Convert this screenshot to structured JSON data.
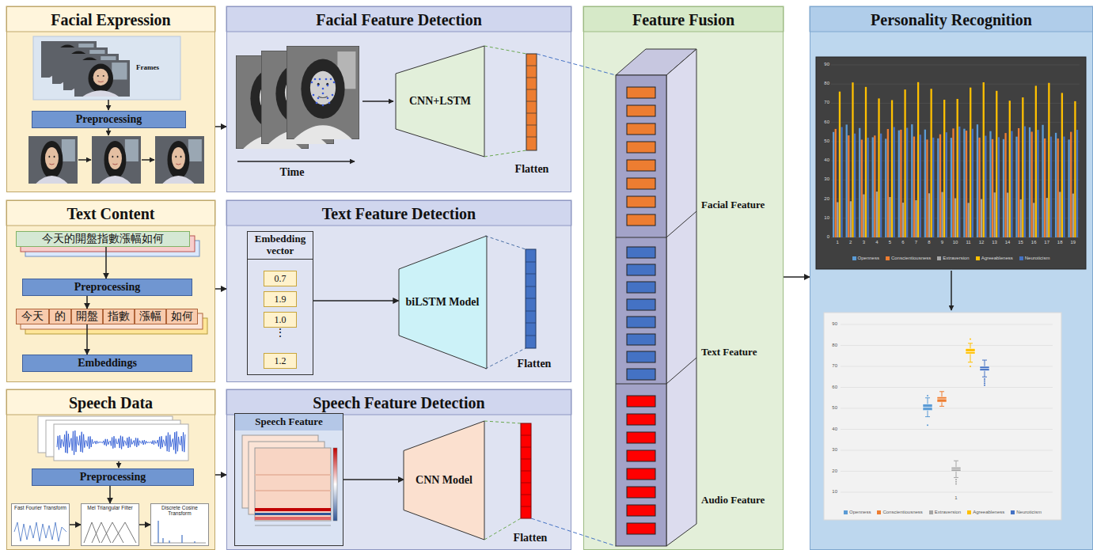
{
  "diagram": {
    "nodes": [
      {
        "text": [
          "Facial Expression"
        ]
      },
      {
        "text": [
          "Preprocessing"
        ],
        "in": 0
      },
      {
        "text": [
          "Text Content"
        ]
      },
      {
        "text": [
          "今天的開盤指數漲幅如何"
        ],
        "in": 2
      },
      {
        "text": [
          "Preprocessing"
        ],
        "in": 2
      },
      {
        "text": [
          "今天"
        ],
        "in": 2
      },
      {
        "text": [
          "的"
        ],
        "in": 2
      },
      {
        "text": [
          "開盤"
        ],
        "in": 2
      },
      {
        "text": [
          "指數"
        ],
        "in": 2
      },
      {
        "text": [
          "漲幅"
        ],
        "in": 2
      },
      {
        "text": [
          "如何"
        ],
        "in": 2
      },
      {
        "text": [
          "Embeddings"
        ],
        "in": 2
      },
      {
        "text": [
          "Speech Data"
        ]
      },
      {
        "text": [
          "Preprocessing"
        ],
        "in": 12
      },
      {
        "text": [
          "Fast Fourier Transform"
        ],
        "in": 12
      },
      {
        "text": [
          "Mel Triangular Filter"
        ],
        "in": 12
      },
      {
        "text": [
          "Discrete Cosine Transform"
        ],
        "in": 12
      },
      {
        "text": [
          "Facial Feature Detection"
        ]
      },
      {
        "text": [
          "CNN+LSTM"
        ],
        "in": 17
      },
      {
        "text": [
          "Text Feature Detection"
        ]
      },
      {
        "text": [
          "Embedding vector"
        ],
        "in": 19
      },
      {
        "text": [
          "0.7"
        ],
        "in": 20
      },
      {
        "text": [
          "1.9"
        ],
        "in": 20
      },
      {
        "text": [
          "1.0"
        ],
        "in": 20
      },
      {
        "text": [
          "1.2"
        ],
        "in": 20
      },
      {
        "text": [
          "biLSTM Model"
        ],
        "in": 19
      },
      {
        "text": [
          "Speech Feature Detection"
        ]
      },
      {
        "text": [
          "Speech Feature"
        ],
        "in": 26
      },
      {
        "text": [
          "CNN Model"
        ],
        "in": 26
      },
      {
        "text": [
          "Feature Fusion"
        ]
      },
      {
        "text": [
          "Personality Recognition"
        ]
      }
    ],
    "edges": [
      {
        "from": 0,
        "to": 17,
        "arrow": "to"
      },
      {
        "from": 2,
        "to": 19,
        "arrow": "to"
      },
      {
        "from": 12,
        "to": 26,
        "arrow": "to"
      },
      {
        "from": 29,
        "to": 30,
        "arrow": "to"
      },
      {
        "from": 3,
        "to": 4,
        "arrow": "to"
      },
      {
        "from": 4,
        "to": 7,
        "arrow": "to"
      },
      {
        "from": 7,
        "to": 11,
        "arrow": "to"
      },
      {
        "from": 13,
        "to": 15,
        "arrow": "to"
      },
      {
        "from": 14,
        "to": 15,
        "arrow": "to"
      },
      {
        "from": 15,
        "to": 16,
        "arrow": "to"
      },
      {
        "from": 20,
        "to": 25,
        "arrow": "to"
      },
      {
        "from": 27,
        "to": 28,
        "arrow": "to"
      }
    ],
    "labels": [
      "Frames",
      "Time",
      "Flatten",
      "⋮",
      "Flatten",
      "Flatten",
      "Facial Feature",
      "Text Feature",
      "Audio Feature",
      "0",
      "10",
      "20",
      "30",
      "40",
      "50",
      "60",
      "70",
      "80",
      "90",
      "1",
      "2",
      "3",
      "4",
      "5",
      "6",
      "7",
      "8",
      "9",
      "10",
      "11",
      "12",
      "13",
      "14",
      "15",
      "16",
      "17",
      "18",
      "19",
      "10",
      "20",
      "30",
      "40",
      "50",
      "60",
      "70",
      "80",
      "90",
      "1"
    ],
    "legend": [
      {
        "text": "Openness",
        "color": "#5b9bd5"
      },
      {
        "text": "Conscientiousness",
        "color": "#ed7d31"
      },
      {
        "text": "Extraversion",
        "color": "#a5a5a5"
      },
      {
        "text": "Agreeableness",
        "color": "#ffc000"
      },
      {
        "text": "Neuroticism",
        "color": "#4472c4"
      },
      {
        "text": "Openness",
        "color": "#5b9bd5"
      },
      {
        "text": "Conscientiousness",
        "color": "#ed7d31"
      },
      {
        "text": "Extraversion",
        "color": "#a5a5a5"
      },
      {
        "text": "Agreeableness",
        "color": "#ffc000"
      },
      {
        "text": "Neuroticism",
        "color": "#4472c4"
      }
    ]
  }
}
